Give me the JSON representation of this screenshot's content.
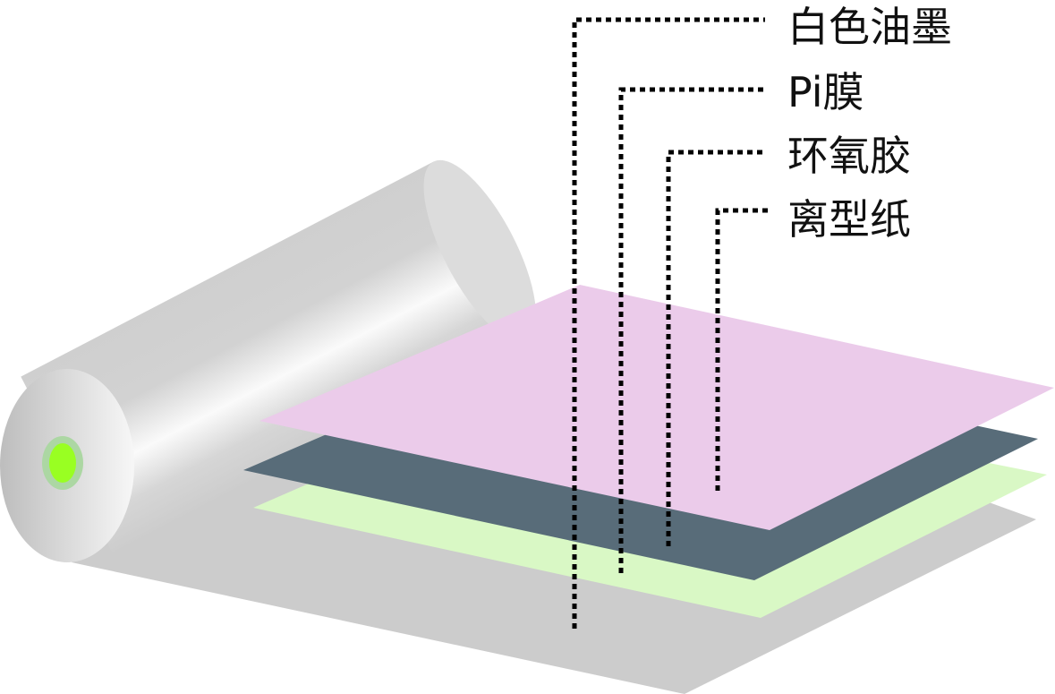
{
  "labels": [
    "白色油墨",
    "Pi膜",
    "环氧胶",
    "离型纸"
  ],
  "colors": {
    "ink_layer": "#ebcbea",
    "pi_layer": "#586c79",
    "epoxy_layer": "#d9f8c5",
    "release_paper": "#cccccc",
    "core_outer": "#acd7a3",
    "core_inner": "#99ff22"
  }
}
